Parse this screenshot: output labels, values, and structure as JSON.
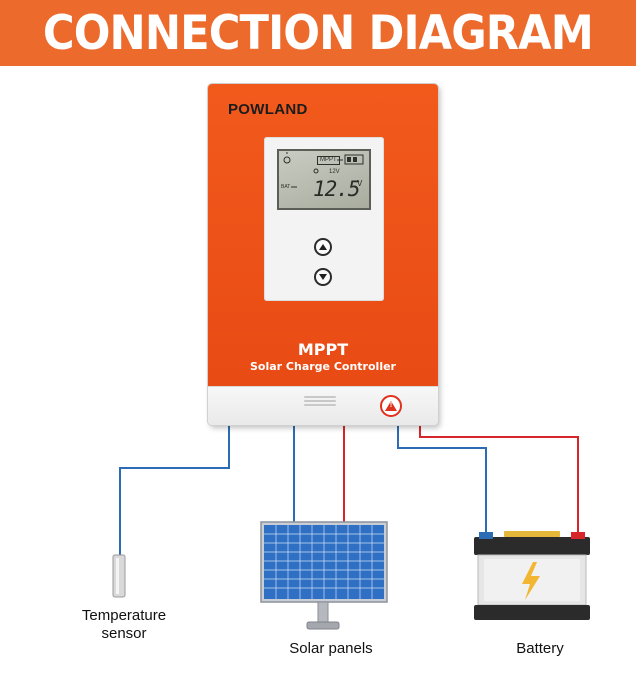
{
  "header": {
    "title": "CONNECTION DIAGRAM"
  },
  "device": {
    "brand": "POWLAND",
    "display": {
      "badge": "MPPT",
      "system_voltage": "12V",
      "bat_label": "BAT",
      "reading": "12.5",
      "unit": "V"
    },
    "model": "MPPT",
    "subtitle": "Solar Charge Controller",
    "controls": [
      "up-arrow-icon",
      "down-arrow-icon"
    ],
    "warning_icon": "warning-triangle-icon"
  },
  "components": {
    "temperature_sensor": "Temperature\nsensor",
    "solar_panels": "Solar panels",
    "battery": "Battery"
  },
  "colors": {
    "banner": "#ec6a2c",
    "device_body": "#e84b14",
    "wire_positive": "#d7262a",
    "wire_negative": "#2c6cb5",
    "solar_cell": "#3f7fd2"
  }
}
